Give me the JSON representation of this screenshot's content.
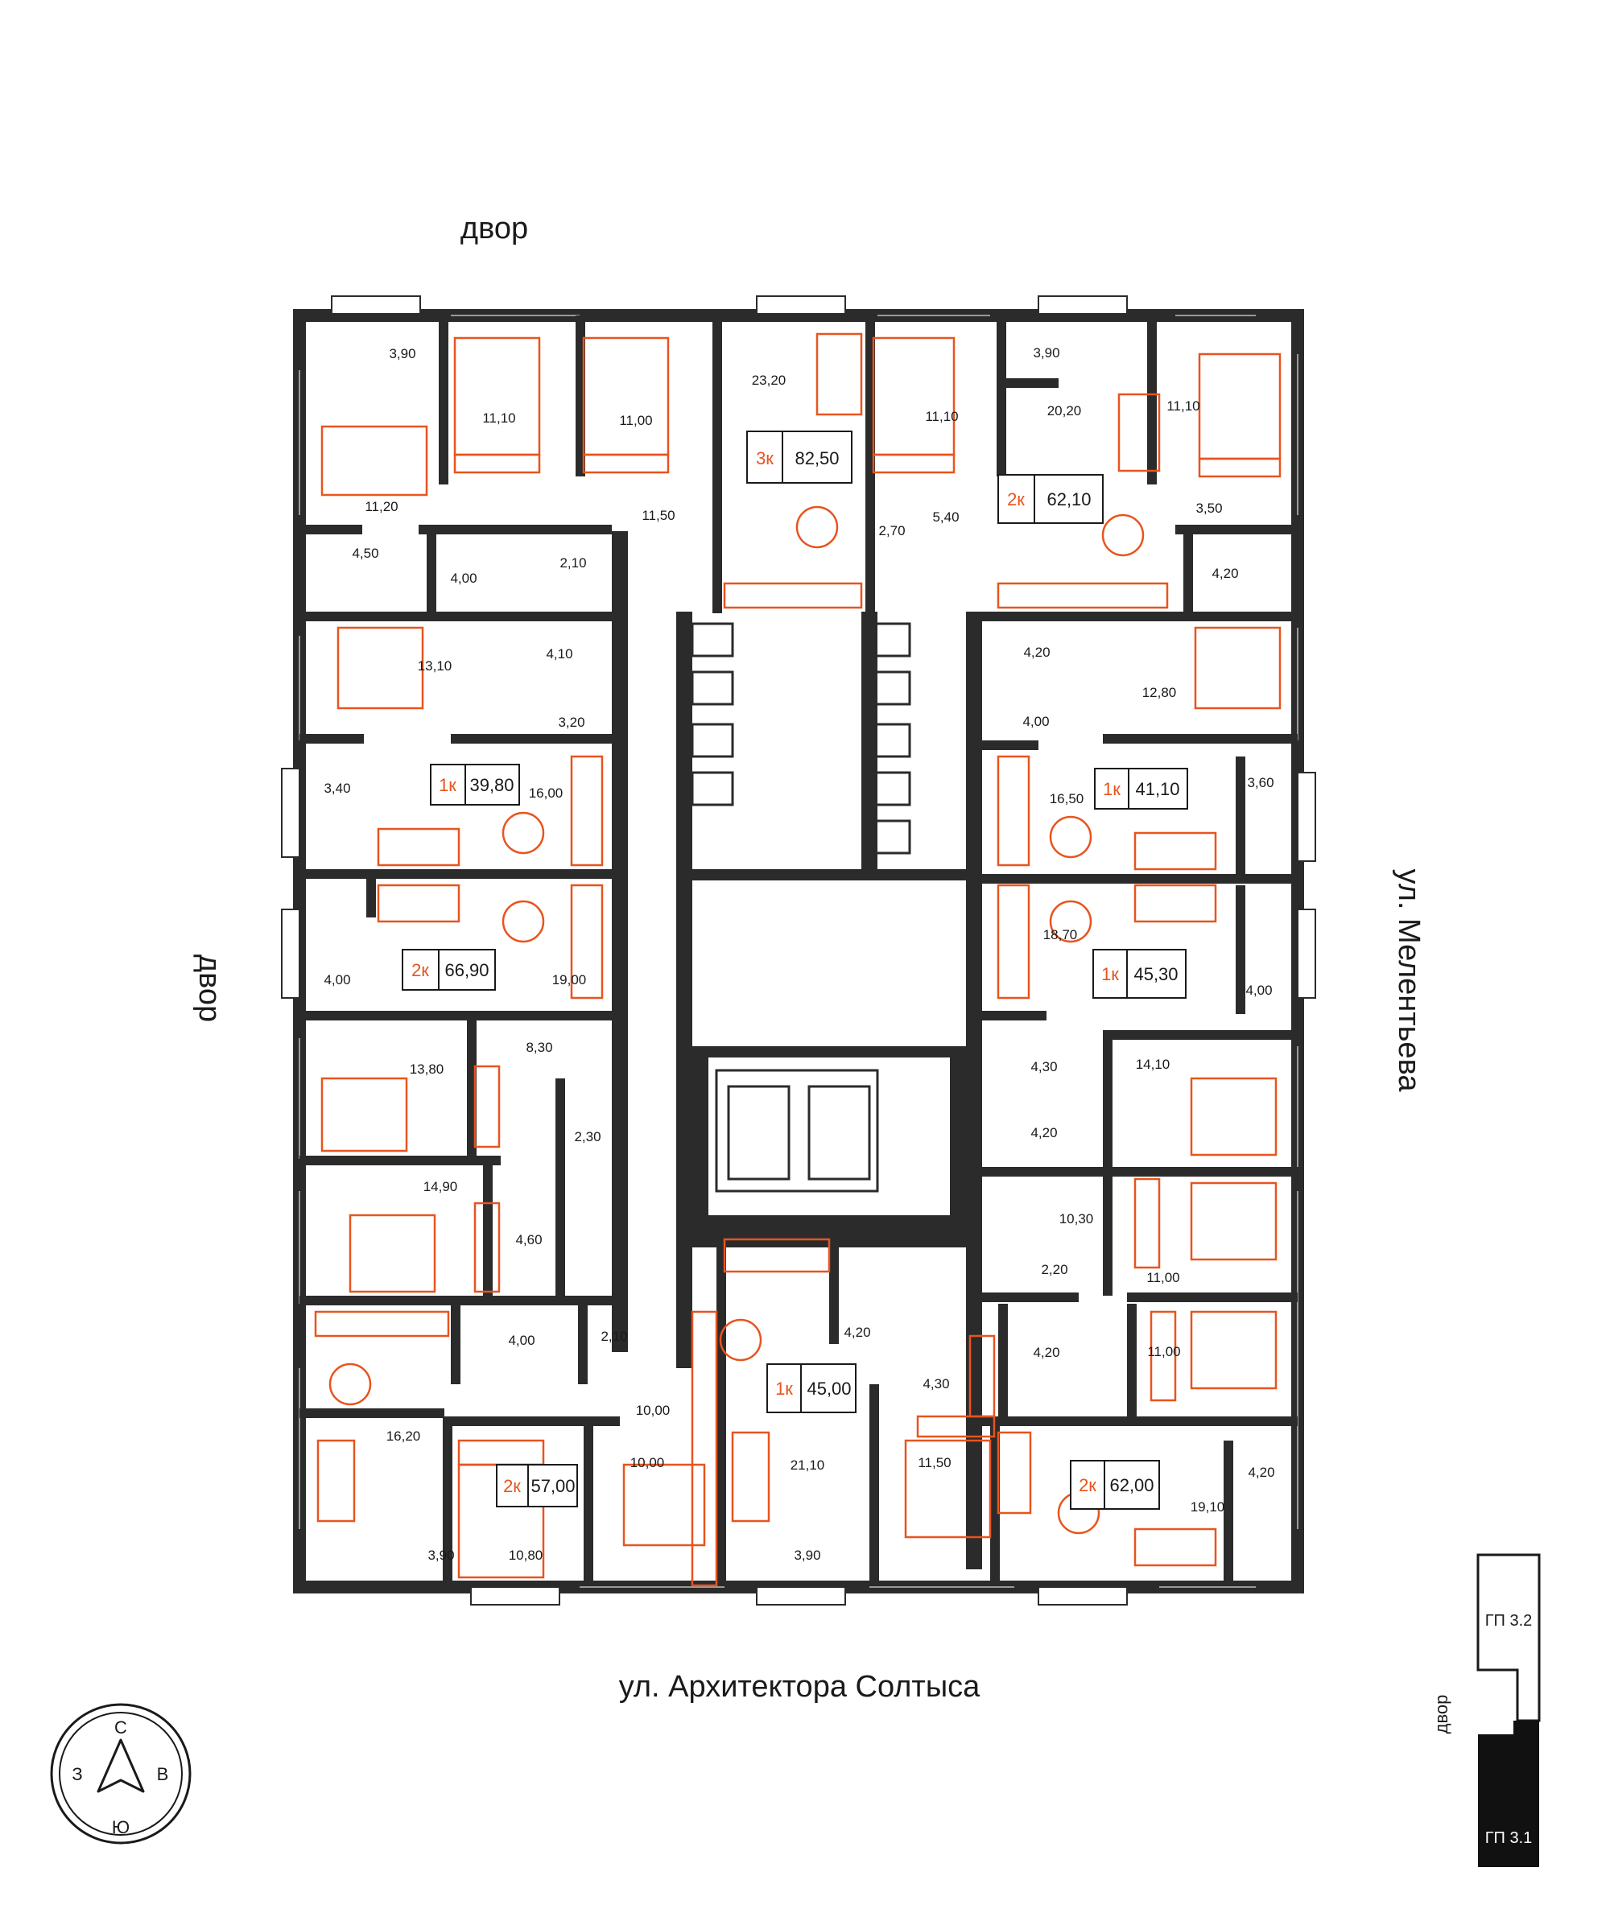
{
  "labels": {
    "yard_top": "двор",
    "yard_left": "двор",
    "street_right": "ул. Мелентьева",
    "street_bottom": "ул. Архитектора Солтыса"
  },
  "compass": {
    "n": "С",
    "s": "Ю",
    "w": "З",
    "e": "В"
  },
  "keyplan": {
    "upper": "ГП 3.2",
    "lower": "ГП 3.1",
    "yard": "двор"
  },
  "apartments": [
    {
      "type": "3к",
      "area": "82,50"
    },
    {
      "type": "2к",
      "area": "62,10"
    },
    {
      "type": "1к",
      "area": "39,80"
    },
    {
      "type": "1к",
      "area": "41,10"
    },
    {
      "type": "2к",
      "area": "66,90"
    },
    {
      "type": "1к",
      "area": "45,30"
    },
    {
      "type": "1к",
      "area": "45,00"
    },
    {
      "type": "2к",
      "area": "57,00"
    },
    {
      "type": "2к",
      "area": "62,00"
    }
  ],
  "rooms": [
    "3,90",
    "11,10",
    "11,00",
    "23,20",
    "11,10",
    "3,90",
    "20,20",
    "11,10",
    "11,20",
    "11,50",
    "2,70",
    "5,40",
    "3,50",
    "4,50",
    "4,00",
    "2,10",
    "4,20",
    "13,10",
    "4,10",
    "4,20",
    "12,80",
    "3,20",
    "4,00",
    "3,40",
    "16,00",
    "16,50",
    "3,60",
    "4,00",
    "19,00",
    "18,70",
    "4,00",
    "8,30",
    "4,30",
    "14,10",
    "13,80",
    "4,20",
    "2,30",
    "14,90",
    "10,30",
    "4,60",
    "2,20",
    "11,00",
    "4,00",
    "2,10",
    "4,20",
    "4,20",
    "11,00",
    "4,30",
    "10,00",
    "16,20",
    "10,00",
    "21,10",
    "11,50",
    "4,20",
    "19,10",
    "3,90",
    "10,80",
    "3,90"
  ]
}
